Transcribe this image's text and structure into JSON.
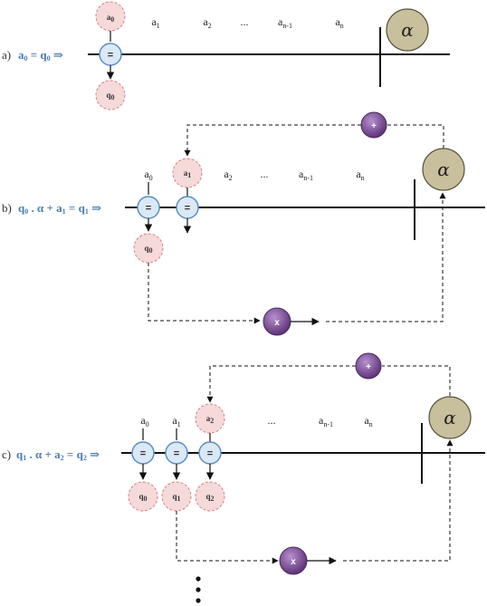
{
  "sections": [
    {
      "label": "a)",
      "eq": {
        "parts": [
          [
            "a",
            "0"
          ],
          [
            " = ",
            ""
          ],
          [
            "q",
            "0"
          ]
        ],
        "arrow": " ⇒"
      },
      "coeffs": [
        [
          "a",
          "1"
        ],
        [
          "a",
          "2"
        ],
        [
          "...",
          ""
        ],
        [
          "a",
          "n-1"
        ],
        [
          "a",
          "n"
        ]
      ],
      "inputs": [
        [
          "a",
          "0"
        ]
      ],
      "outputs": [
        [
          "q",
          "0"
        ]
      ],
      "alpha": "α",
      "equals": "="
    },
    {
      "label": "b)",
      "eq": {
        "parts": [
          [
            "q",
            "0"
          ],
          [
            " . α + ",
            ""
          ],
          [
            "a",
            "1"
          ],
          [
            " = ",
            ""
          ],
          [
            "q",
            "1"
          ]
        ],
        "arrow": " ⇒"
      },
      "coeffs": [
        [
          "a",
          "0"
        ],
        [
          "a",
          "2"
        ],
        [
          "...",
          ""
        ],
        [
          "a",
          "n-1"
        ],
        [
          "a",
          "n"
        ]
      ],
      "inputs": [
        [
          "a",
          "1"
        ]
      ],
      "outputs": [
        [
          "q",
          "0"
        ]
      ],
      "alpha": "α",
      "plus": "+",
      "times": "x",
      "equals": "="
    },
    {
      "label": "c)",
      "eq": {
        "parts": [
          [
            "q",
            "1"
          ],
          [
            " . α + ",
            ""
          ],
          [
            "a",
            "2"
          ],
          [
            " = ",
            ""
          ],
          [
            "q",
            "2"
          ]
        ],
        "arrow": " ⇒"
      },
      "coeffs": [
        [
          "a",
          "0"
        ],
        [
          "a",
          "1"
        ],
        [
          "...",
          ""
        ],
        [
          "a",
          "n-1"
        ],
        [
          "a",
          "n"
        ]
      ],
      "inputs": [
        [
          "a",
          "2"
        ]
      ],
      "outputs": [
        [
          "q",
          "0"
        ],
        [
          "q",
          "1"
        ],
        [
          "q",
          "2"
        ]
      ],
      "alpha": "α",
      "plus": "+",
      "times": "x",
      "equals": "="
    }
  ],
  "colors": {
    "pink_fill": "#f6d9d9",
    "pink_stroke": "#d98080",
    "blue_fill": "#dbe9f6",
    "blue_stroke": "#5b8fc4",
    "alpha_fill": "#c8bf9d",
    "alpha_stroke": "#55503a",
    "op_fill": "#7a4d96",
    "equation_text": "#4a7fb0"
  },
  "continuation": "⋮"
}
